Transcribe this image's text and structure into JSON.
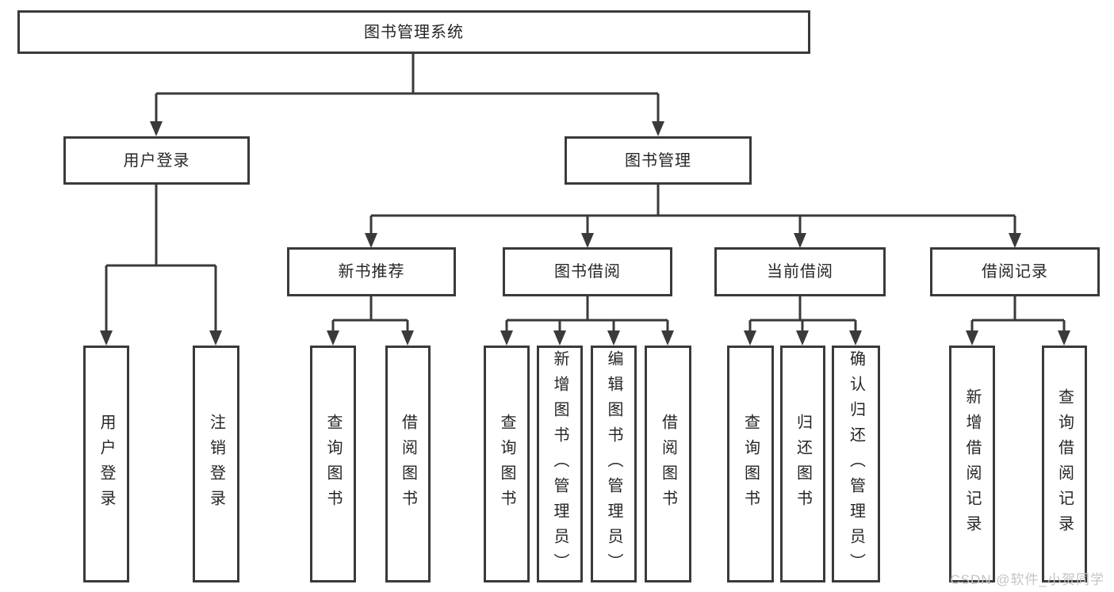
{
  "tree": {
    "label": "图书管理系统",
    "children": [
      {
        "label": "用户登录",
        "children": [
          {
            "label": "用户登录"
          },
          {
            "label": "注销登录"
          }
        ]
      },
      {
        "label": "图书管理",
        "children": [
          {
            "label": "新书推荐",
            "children": [
              {
                "label": "查询图书"
              },
              {
                "label": "借阅图书"
              }
            ]
          },
          {
            "label": "图书借阅",
            "children": [
              {
                "label": "查询图书"
              },
              {
                "label": "新增图书（管理员）"
              },
              {
                "label": "编辑图书（管理员）"
              },
              {
                "label": "借阅图书"
              }
            ]
          },
          {
            "label": "当前借阅",
            "children": [
              {
                "label": "查询图书"
              },
              {
                "label": "归还图书"
              },
              {
                "label": "确认归还（管理员）"
              }
            ]
          },
          {
            "label": "借阅记录",
            "children": [
              {
                "label": "新增借阅记录"
              },
              {
                "label": "查询借阅记录"
              }
            ]
          }
        ]
      }
    ]
  },
  "watermark": {
    "text": "CSDN @软件_小贺同学"
  },
  "colors": {
    "line": "#3a3a3a",
    "text": "#262626",
    "watermark": "#c4c4c4",
    "background": "#ffffff"
  }
}
